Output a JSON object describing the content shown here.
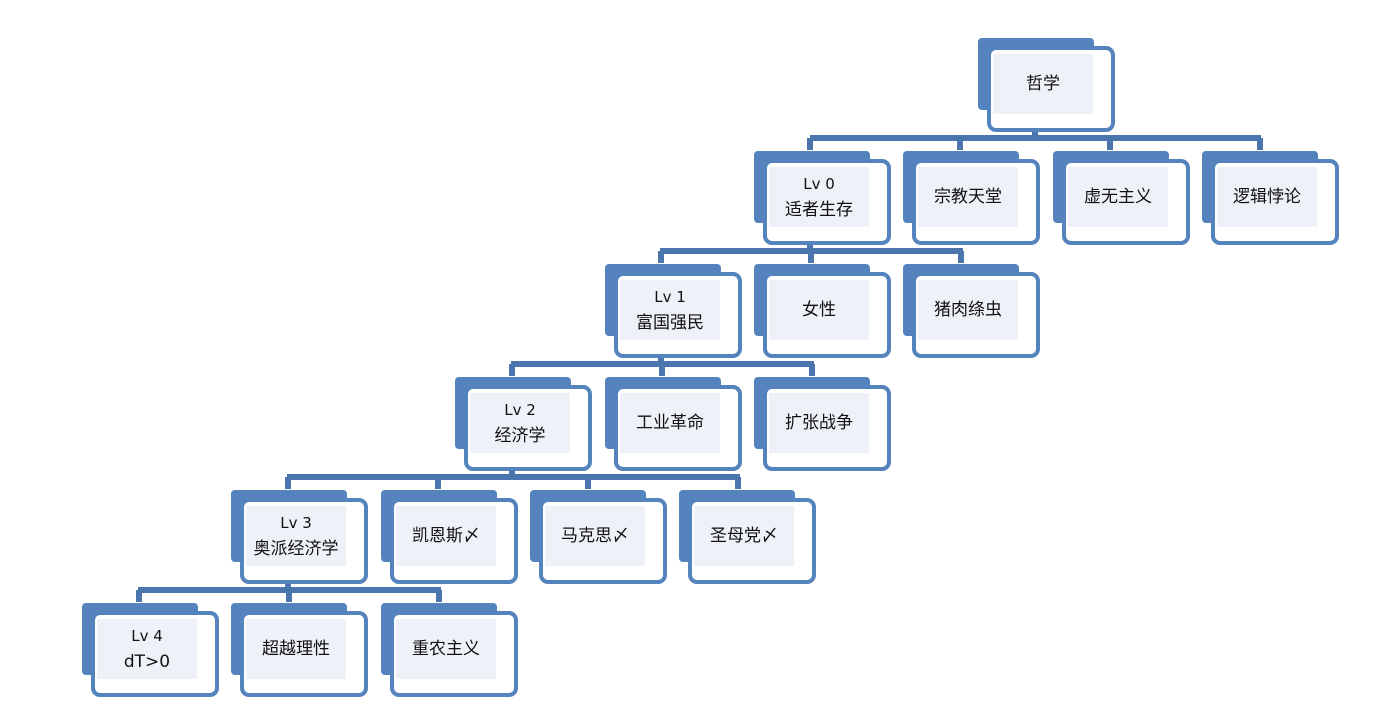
{
  "colors": {
    "box": "#5583be",
    "label_bg": "#eef1f8",
    "connector": "#4a76ad"
  },
  "nodes": {
    "root": {
      "line1": "",
      "line2": "哲学"
    },
    "lv0": {
      "line1": "Lv 0",
      "line2": "适者生存"
    },
    "religion": {
      "line1": "",
      "line2": "宗教天堂"
    },
    "nihilism": {
      "line1": "",
      "line2": "虚无主义"
    },
    "paradox": {
      "line1": "",
      "line2": "逻辑悖论"
    },
    "lv1": {
      "line1": "Lv 1",
      "line2": "富国强民"
    },
    "women": {
      "line1": "",
      "line2": "女性"
    },
    "tapeworm": {
      "line1": "",
      "line2": "猪肉绦虫"
    },
    "lv2": {
      "line1": "Lv 2",
      "line2": "经济学"
    },
    "industrial": {
      "line1": "",
      "line2": "工业革命"
    },
    "war": {
      "line1": "",
      "line2": "扩张战争"
    },
    "lv3": {
      "line1": "Lv 3",
      "line2": "奥派经济学"
    },
    "keynes": {
      "line1": "",
      "line2": "凯恩斯〆"
    },
    "marx": {
      "line1": "",
      "line2": "马克思〆"
    },
    "holy": {
      "line1": "",
      "line2": "圣母党〆"
    },
    "lv4": {
      "line1": "Lv 4",
      "line2": "dT>0"
    },
    "rational": {
      "line1": "",
      "line2": "超越理性"
    },
    "physio": {
      "line1": "",
      "line2": "重农主义"
    }
  }
}
